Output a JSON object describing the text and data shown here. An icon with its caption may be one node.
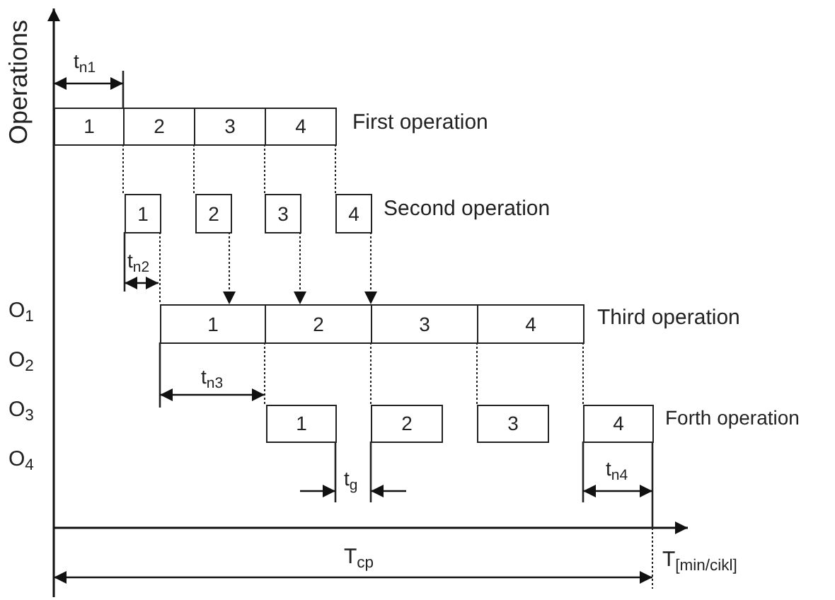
{
  "diagram": {
    "nodes": [
      {
        "text": [
          "1"
        ]
      },
      {
        "text": [
          "2"
        ]
      },
      {
        "text": [
          "3"
        ]
      },
      {
        "text": [
          "4"
        ]
      },
      {
        "text": [
          "1"
        ]
      },
      {
        "text": [
          "2"
        ]
      },
      {
        "text": [
          "3"
        ]
      },
      {
        "text": [
          "4"
        ]
      },
      {
        "text": [
          "1"
        ]
      },
      {
        "text": [
          "2"
        ]
      },
      {
        "text": [
          "3"
        ]
      },
      {
        "text": [
          "4"
        ]
      },
      {
        "text": [
          "1"
        ]
      },
      {
        "text": [
          "2"
        ]
      },
      {
        "text": [
          "3"
        ]
      },
      {
        "text": [
          "4"
        ]
      }
    ],
    "edges": [
      {
        "from": 5,
        "to": 8,
        "arrow": "to",
        "style": "dashed"
      },
      {
        "from": 6,
        "to": 9,
        "arrow": "to",
        "style": "dashed"
      },
      {
        "from": 7,
        "to": 9,
        "arrow": "to",
        "style": "dashed"
      },
      {
        "from": 0,
        "to": 4,
        "arrow": "none",
        "style": "dashed"
      },
      {
        "from": 1,
        "to": 5,
        "arrow": "none",
        "style": "dashed"
      },
      {
        "from": 2,
        "to": 6,
        "arrow": "none",
        "style": "dashed"
      },
      {
        "from": 3,
        "to": 7,
        "arrow": "none",
        "style": "dashed"
      },
      {
        "from": 4,
        "to": 8,
        "arrow": "none",
        "style": "dashed"
      },
      {
        "from": 8,
        "to": 12,
        "arrow": "none",
        "style": "dashed"
      },
      {
        "from": 9,
        "to": 13,
        "arrow": "none",
        "style": "dashed"
      },
      {
        "from": 10,
        "to": 14,
        "arrow": "none",
        "style": "dashed"
      },
      {
        "from": 11,
        "to": 15,
        "arrow": "none",
        "style": "dashed"
      }
    ],
    "labels": [
      "t$_{n1}$",
      "Operations",
      "First operation",
      "Second operation",
      "t$_{n2}$",
      "O$_{1}$",
      "Third operation",
      "O$_{2}$",
      "t$_{n3}$",
      "O$_{3}$",
      "Forth operation",
      "O$_{4}$",
      "t$_{g}$",
      "t$_{n4}$",
      "T$_{cp}$",
      "T$_{[min/cikl]}$"
    ]
  }
}
